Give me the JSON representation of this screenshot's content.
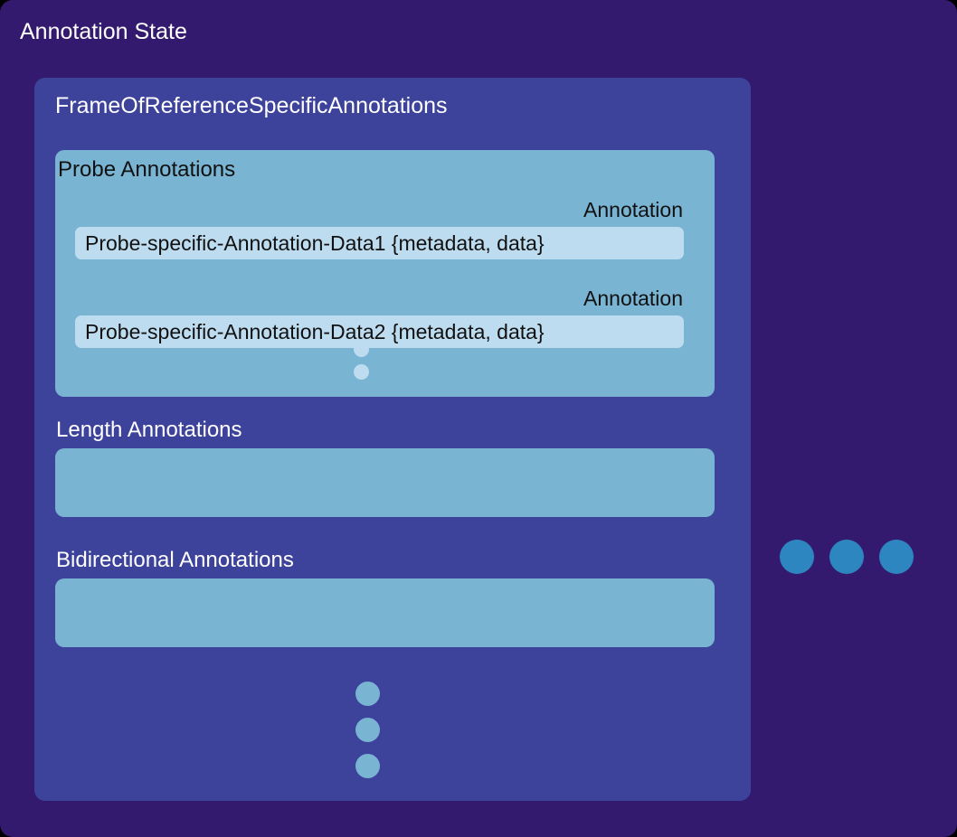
{
  "diagram": {
    "type": "nested-box-diagram",
    "background_color": "#331a6e",
    "root_title": "Annotation State",
    "frame_of_reference": {
      "title": "FrameOfReferenceSpecificAnnotations",
      "background_color": "#3d429b",
      "sections": [
        {
          "name": "probe-annotations",
          "title": "Probe Annotations",
          "background_color": "#7ab4d3",
          "annotations": [
            {
              "label": "Annotation",
              "value": "Probe-specific-Annotation-Data1 {metadata, data}"
            },
            {
              "label": "Annotation",
              "value": "Probe-specific-Annotation-Data2 {metadata, data}"
            }
          ],
          "ellipsis": {
            "orientation": "vertical",
            "count": 2,
            "color": "#bedcef"
          }
        },
        {
          "name": "length-annotations",
          "title": "Length Annotations",
          "background_color": "#7ab4d3",
          "annotations": []
        },
        {
          "name": "bidirectional-annotations",
          "title": "Bidirectional Annotations",
          "background_color": "#7ab4d3",
          "annotations": []
        }
      ],
      "ellipsis": {
        "orientation": "vertical",
        "count": 3,
        "color": "#7ab4d3"
      }
    },
    "sibling_ellipsis": {
      "orientation": "horizontal",
      "count": 3,
      "color": "#2e86c1"
    },
    "colors": {
      "canvas": "#331a6e",
      "panel": "#3d429b",
      "section": "#7ab4d3",
      "chip": "#bedcef",
      "sibling_dot": "#2e86c1",
      "light_text": "#ffffff",
      "dark_text": "#111111"
    }
  }
}
